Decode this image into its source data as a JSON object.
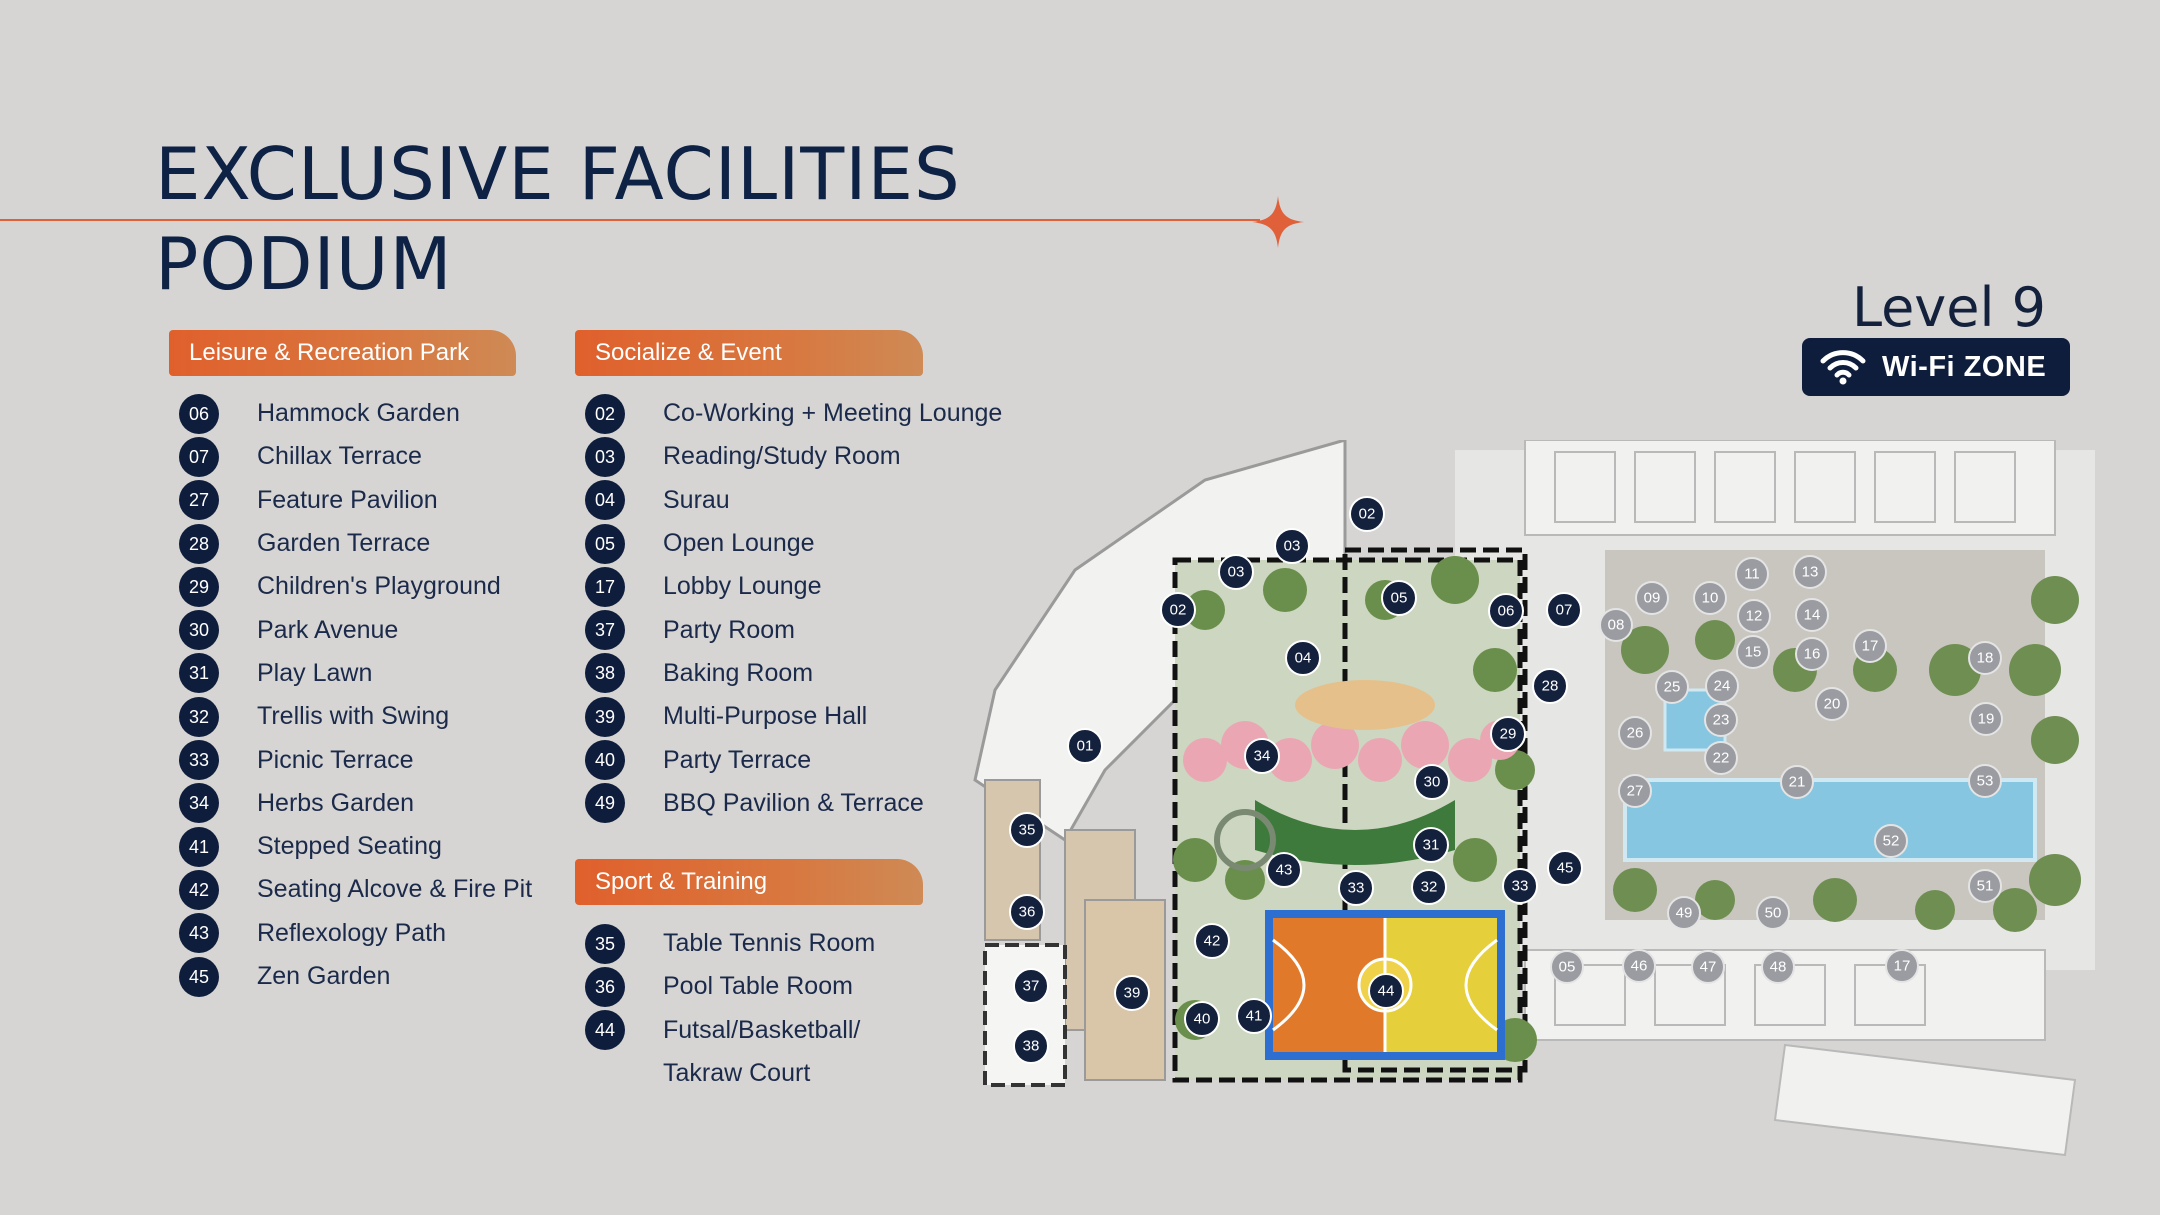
{
  "title_line1": "EXCLUSIVE FACILITIES",
  "title_line2": "PODIUM",
  "accent_color": "#e0603a",
  "level_title": "Level 9",
  "wifi_label": "Wi-Fi ZONE",
  "sections": {
    "leisure": {
      "title": "Leisure & Recreation Park",
      "items": [
        {
          "num": "06",
          "label": "Hammock Garden"
        },
        {
          "num": "07",
          "label": "Chillax Terrace"
        },
        {
          "num": "27",
          "label": "Feature Pavilion"
        },
        {
          "num": "28",
          "label": "Garden Terrace"
        },
        {
          "num": "29",
          "label": "Children's Playground"
        },
        {
          "num": "30",
          "label": "Park Avenue"
        },
        {
          "num": "31",
          "label": "Play Lawn"
        },
        {
          "num": "32",
          "label": "Trellis with Swing"
        },
        {
          "num": "33",
          "label": "Picnic Terrace"
        },
        {
          "num": "34",
          "label": "Herbs Garden"
        },
        {
          "num": "41",
          "label": "Stepped Seating"
        },
        {
          "num": "42",
          "label": "Seating Alcove & Fire Pit"
        },
        {
          "num": "43",
          "label": "Reflexology Path"
        },
        {
          "num": "45",
          "label": "Zen Garden"
        }
      ]
    },
    "social": {
      "title": "Socialize & Event",
      "items": [
        {
          "num": "02",
          "label": "Co-Working + Meeting Lounge"
        },
        {
          "num": "03",
          "label": "Reading/Study Room"
        },
        {
          "num": "04",
          "label": "Surau"
        },
        {
          "num": "05",
          "label": "Open Lounge"
        },
        {
          "num": "17",
          "label": "Lobby Lounge"
        },
        {
          "num": "37",
          "label": "Party Room"
        },
        {
          "num": "38",
          "label": "Baking Room"
        },
        {
          "num": "39",
          "label": "Multi-Purpose Hall"
        },
        {
          "num": "40",
          "label": "Party Terrace"
        },
        {
          "num": "49",
          "label": "BBQ Pavilion & Terrace"
        }
      ]
    },
    "sport": {
      "title": "Sport & Training",
      "items": [
        {
          "num": "35",
          "label": "Table Tennis Room"
        },
        {
          "num": "36",
          "label": "Pool Table Room"
        },
        {
          "num": "44",
          "label": "Futsal/Basketball/"
        }
      ],
      "continuation": "Takraw Court"
    }
  },
  "map_markers_active": [
    "01",
    "02",
    "03",
    "04",
    "05",
    "06",
    "07",
    "28",
    "29",
    "30",
    "31",
    "32",
    "33",
    "34",
    "35",
    "36",
    "37",
    "38",
    "39",
    "40",
    "41",
    "42",
    "43",
    "44",
    "45",
    "02",
    "03",
    "33"
  ],
  "map_markers_other": [
    "08",
    "09",
    "10",
    "11",
    "12",
    "13",
    "14",
    "15",
    "16",
    "17",
    "18",
    "19",
    "20",
    "21",
    "22",
    "23",
    "24",
    "25",
    "26",
    "27",
    "46",
    "47",
    "48",
    "49",
    "50",
    "51",
    "52",
    "53",
    "05",
    "17"
  ]
}
